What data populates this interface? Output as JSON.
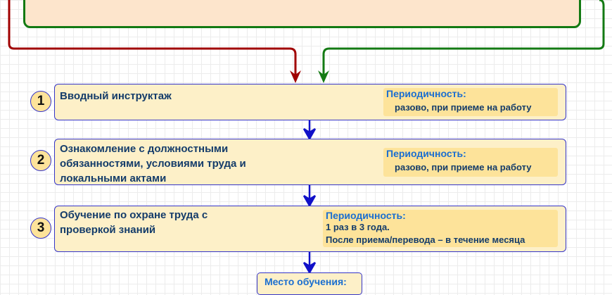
{
  "steps": [
    {
      "number": "1",
      "title": "Вводный инструктаж",
      "periodicity_label": "Периодичность:",
      "periodicity": [
        "разово, при приеме на работу"
      ]
    },
    {
      "number": "2",
      "title": "Ознакомление с должностными обязанностями, условиями труда и локальными актами",
      "periodicity_label": "Периодичность:",
      "periodicity": [
        "разово, при приеме на работу"
      ]
    },
    {
      "number": "3",
      "title": "Обучение по охране труда с проверкой знаний",
      "periodicity_label": "Периодичность:",
      "periodicity": [
        "1 раз в 3 года.",
        "После приема/перевода – в течение месяца"
      ]
    }
  ],
  "bottom_box": {
    "label": "Место обучения:"
  },
  "colors": {
    "red": "#a00000",
    "green": "#137a13",
    "blue": "#1010c8"
  }
}
